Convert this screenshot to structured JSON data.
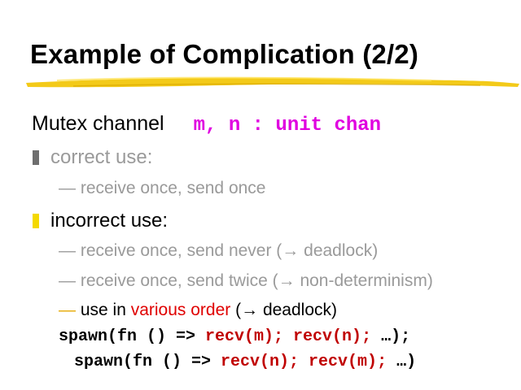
{
  "title": "Example of Complication (2/2)",
  "colors": {
    "accent_yellow": "#f4d900",
    "code_magenta": "#e000e0",
    "red": "#e00000",
    "gray": "#9a9a9a"
  },
  "mutex": {
    "label": "Mutex channel",
    "code": "m, n : unit chan"
  },
  "bullets": [
    {
      "label": "correct use:",
      "items": [
        "— receive once, send once"
      ]
    },
    {
      "label": "incorrect use:",
      "items": [
        "— receive once, send never (→ deadlock)",
        "— receive once, send twice (→ non-determinism)"
      ],
      "last_item": {
        "dash": "—",
        "pre": " use in ",
        "red": "various order",
        "post": " (→ deadlock)"
      }
    }
  ],
  "code_lines": [
    {
      "pre": "spawn(fn () => ",
      "red": "recv(m); recv(n);",
      "post": " …);"
    },
    {
      "pre": "spawn(fn () => ",
      "red": "recv(n); recv(m);",
      "post": " …)"
    }
  ]
}
